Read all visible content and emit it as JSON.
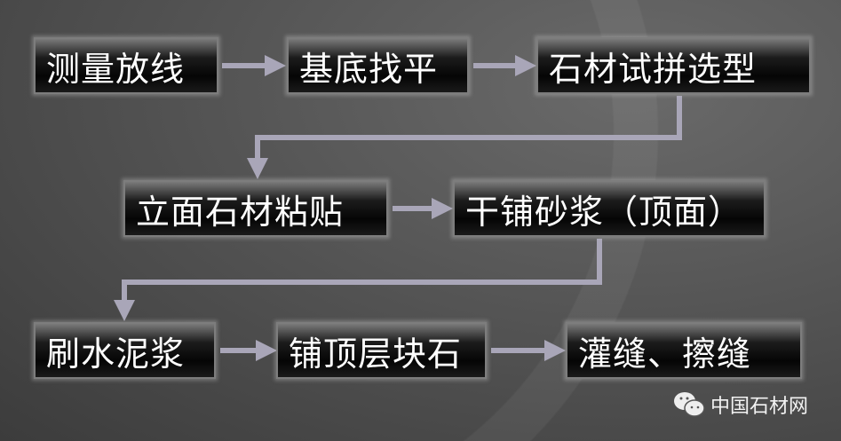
{
  "steps": {
    "s1": "测量放线",
    "s2": "基底找平",
    "s3": "石材试拼选型",
    "s4": "立面石材粘贴",
    "s5": "干铺砂浆（顶面）",
    "s6": "刷水泥浆",
    "s7": "铺顶层块石",
    "s8": "灌缝、擦缝"
  },
  "watermark": {
    "text": "中国石材网",
    "icon": "wechat-icon"
  },
  "colors": {
    "arrow": "#a9a6b8",
    "box": "#0a0a0a"
  }
}
